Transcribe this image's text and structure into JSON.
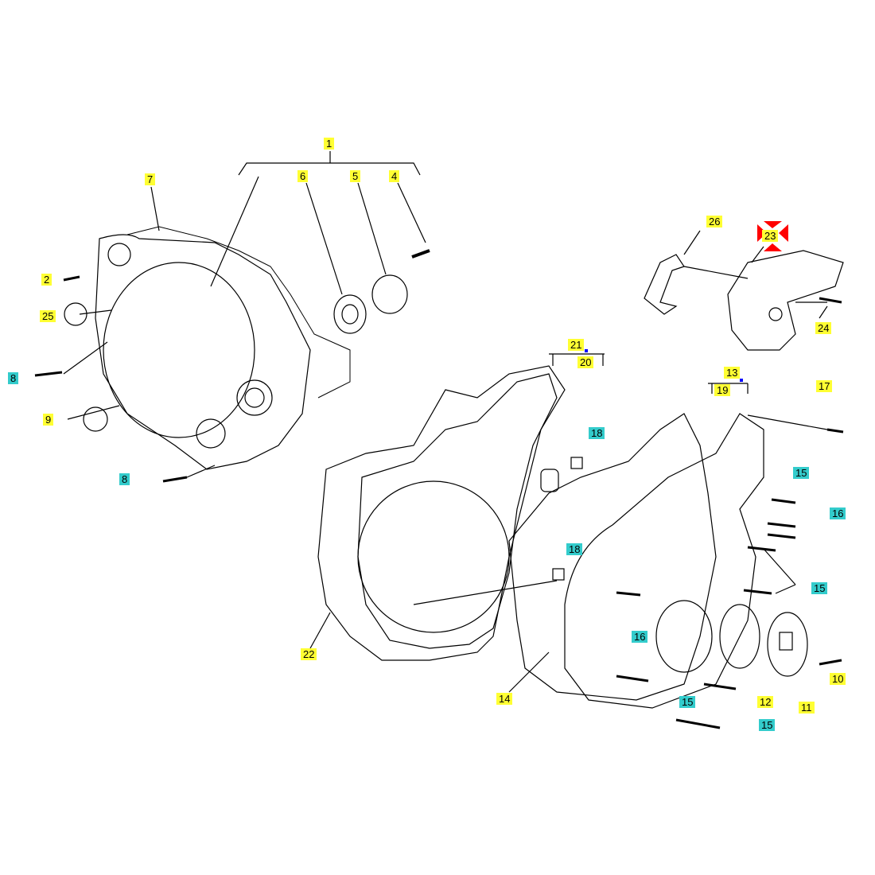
{
  "colors": {
    "part_label": "#ffff33",
    "hardware_label": "#33cccc",
    "marker": "#ff0000"
  },
  "labels": [
    "1",
    "7",
    "6",
    "5",
    "4",
    "2",
    "25",
    "8",
    "9",
    "8",
    "26",
    "23",
    "24",
    "21",
    "20",
    "13",
    "19",
    "17",
    "18",
    "15",
    "16",
    "18",
    "15",
    "16",
    "22",
    "14",
    "15",
    "12",
    "11",
    "10",
    "15"
  ]
}
